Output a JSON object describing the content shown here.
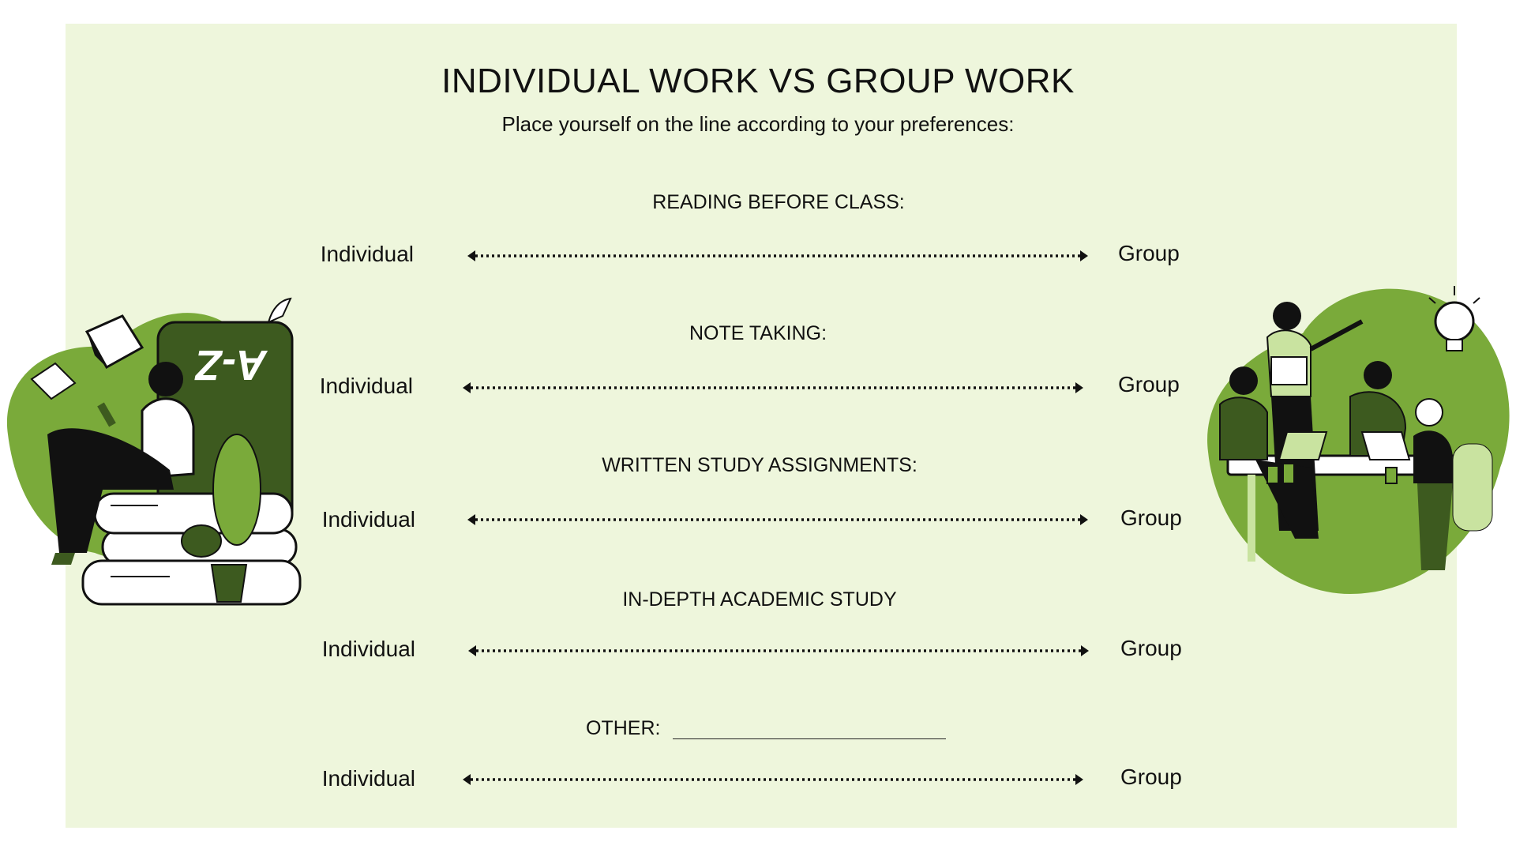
{
  "title": "INDIVIDUAL WORK VS GROUP WORK",
  "subtitle": "Place yourself on the line according to your preferences:",
  "scales": [
    {
      "label": "READING BEFORE CLASS:",
      "left": "Individual",
      "right": "Group"
    },
    {
      "label": "NOTE TAKING:",
      "left": "Individual",
      "right": "Group"
    },
    {
      "label": "WRITTEN STUDY ASSIGNMENTS:",
      "left": "Individual",
      "right": "Group"
    },
    {
      "label": "IN-DEPTH ACADEMIC STUDY",
      "left": "Individual",
      "right": "Group"
    },
    {
      "label": "OTHER:",
      "left": "Individual",
      "right": "Group"
    }
  ],
  "illustrations": {
    "left_book_text": "A-Z"
  },
  "colors": {
    "background": "#eef6dc",
    "accent_green": "#7aaa3a",
    "dark_green": "#3d5a1f",
    "light_green": "#c9e3a0"
  }
}
